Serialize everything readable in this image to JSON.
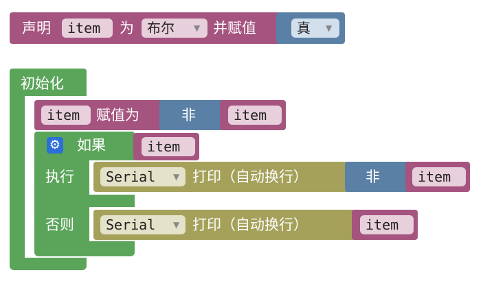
{
  "declare": {
    "label": "声明",
    "var_name": "item",
    "as_label": "为",
    "type_value": "布尔",
    "assign_label": "并赋值",
    "value": "真"
  },
  "setup": {
    "label": "初始化",
    "assign": {
      "var_name": "item",
      "label": "赋值为",
      "not_label": "非",
      "operand": "item"
    },
    "if_block": {
      "if_label": "如果",
      "condition": "item",
      "do_label": "执行",
      "else_label": "否则",
      "do_print": {
        "port": "Serial",
        "label": "打印（自动换行）",
        "not_label": "非",
        "operand": "item"
      },
      "else_print": {
        "port": "Serial",
        "label": "打印（自动换行）",
        "operand": "item"
      }
    }
  },
  "colors": {
    "variable": "#a5537f",
    "logic": "#5b80a5",
    "serial": "#a5a15b",
    "control": "#5ba55b"
  }
}
